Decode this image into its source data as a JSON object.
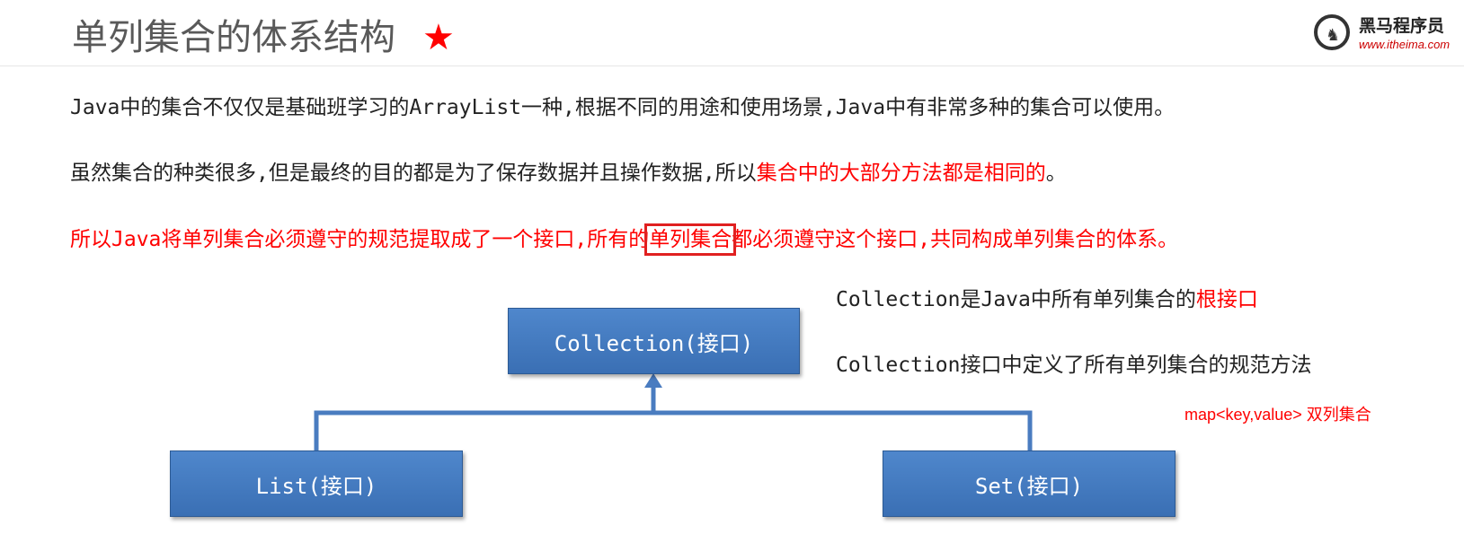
{
  "header": {
    "title": "单列集合的体系结构",
    "star": "★",
    "logo": {
      "name": "黑马程序员",
      "url": "www.itheima.com"
    }
  },
  "paragraphs": {
    "p1": "Java中的集合不仅仅是基础班学习的ArrayList一种,根据不同的用途和使用场景,Java中有非常多种的集合可以使用。",
    "p2_normal": "虽然集合的种类很多,但是最终的目的都是为了保存数据并且操作数据,所以",
    "p2_red": "集合中的大部分方法都是相同的",
    "p2_end": "。",
    "p3_before": "所以Java将单列集合必须遵守的规范提取成了一个接口,所有的",
    "p3_boxed": "单列集合",
    "p3_after": "都必须遵守这个接口,共同构成单列集合的体系。"
  },
  "notes": {
    "n1_normal": "Collection是Java中所有单列集合的",
    "n1_red": "根接口",
    "n2": "Collection接口中定义了所有单列集合的规范方法",
    "map_note": "map<key,value> 双列集合"
  },
  "diagram": {
    "root": "Collection(接口)",
    "left": "List(接口)",
    "right": "Set(接口)"
  },
  "colors": {
    "box_blue": "#3f78be",
    "connector": "#4a7cc0",
    "accent_red": "#ff0000"
  }
}
